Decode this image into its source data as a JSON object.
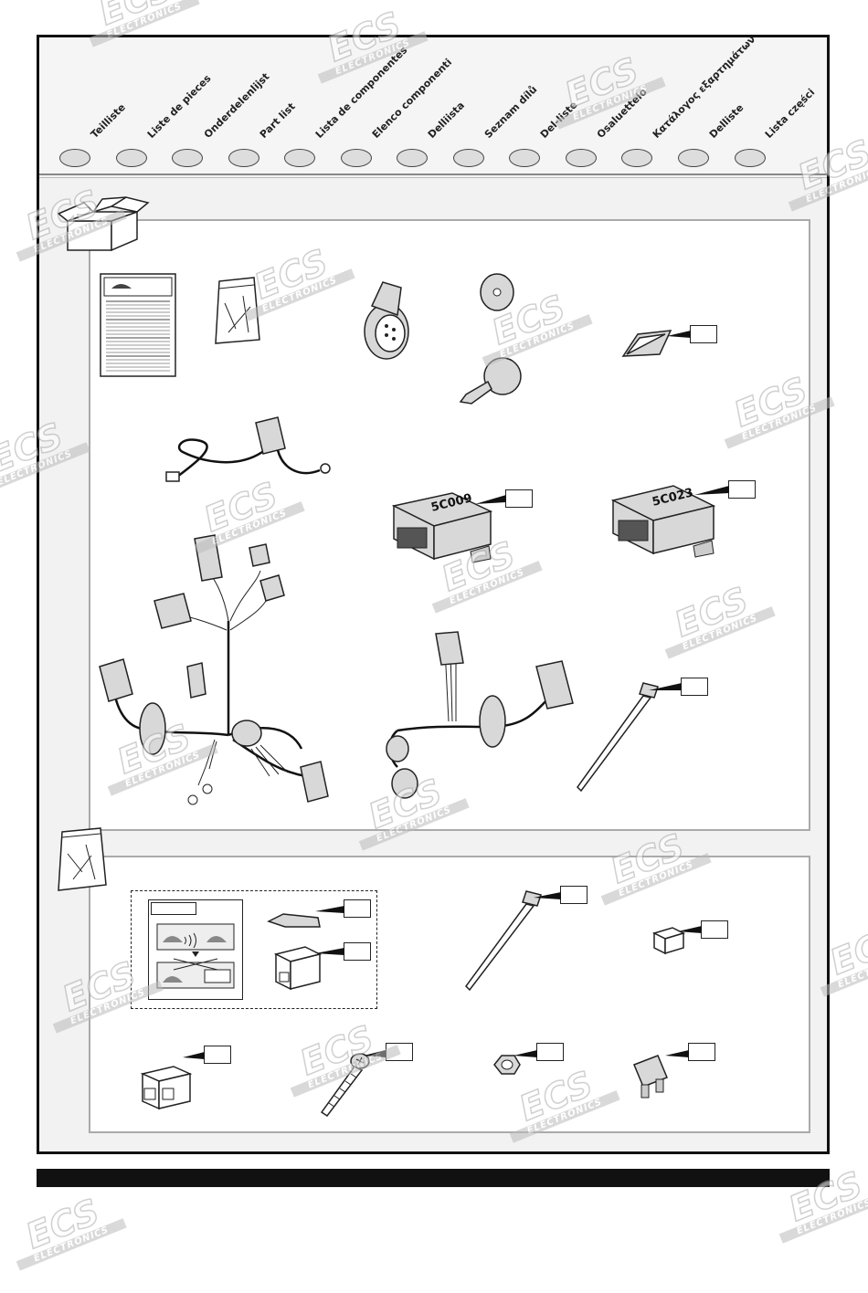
{
  "languages": [
    "Teilliste",
    "Liste de pieces",
    "Onderdelenlijst",
    "Part list",
    "Lista de componentes",
    "Elenco componenti",
    "Delliista",
    "Seznam dílů",
    "Del-liste",
    "Osaluettelo",
    "Κατάλογος εξαρτημάτων",
    "Delliste",
    "Lista części"
  ],
  "watermark": {
    "logo": "ECS",
    "tag": "ELECTRONICS"
  },
  "modules": {
    "a": "5C009",
    "b": "5C023"
  },
  "colors": {
    "frame": "#111111",
    "panel_border": "#aaaaaa",
    "header_bg": "#f5f5f5"
  }
}
